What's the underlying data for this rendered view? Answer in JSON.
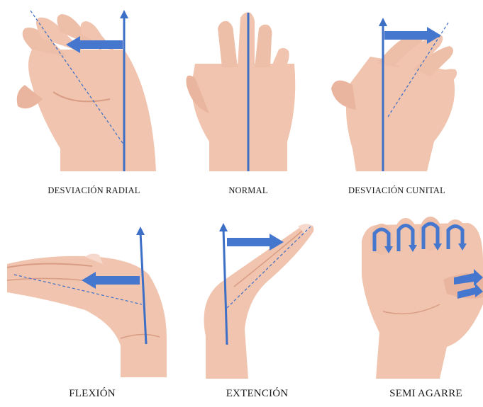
{
  "figure": {
    "panels": [
      {
        "id": "radial",
        "label": "DESVIACIÓN RADIAL"
      },
      {
        "id": "normal",
        "label": "NORMAL"
      },
      {
        "id": "cunital",
        "label": "DESVIACIÓN CUNITAL"
      },
      {
        "id": "flexion",
        "label": "FLEXIÓN"
      },
      {
        "id": "extension",
        "label": "EXTENCIÓN"
      },
      {
        "id": "semi",
        "label": "SEMI AGARRE"
      }
    ]
  },
  "colors": {
    "skin": "#f0c4ae",
    "skin_shadow": "#d99c84",
    "nail": "#f6d9cc",
    "axis": "#3e6fc7",
    "arrow_fill": "#4677cf",
    "background": "#ffffff"
  }
}
